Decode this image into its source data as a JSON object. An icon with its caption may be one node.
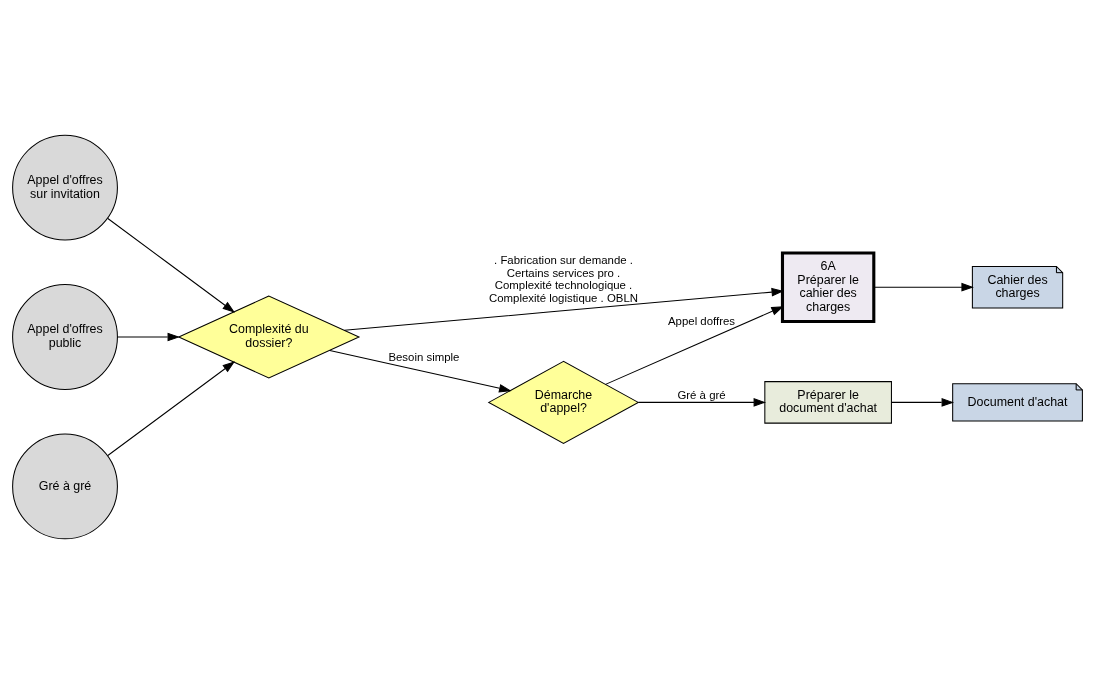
{
  "diagram": {
    "nodes": [
      {
        "text": [
          "Appel d'offres sur invitation"
        ]
      },
      {
        "text": [
          "Appel d'offres public"
        ]
      },
      {
        "text": [
          "Gré à gré"
        ]
      },
      {
        "text": [
          "Complexité du dossier?"
        ]
      },
      {
        "text": [
          "6A",
          "Préparer le cahier des charges"
        ]
      },
      {
        "text": [
          "Cahier des charges"
        ]
      },
      {
        "text": [
          "Démarche d'appel?"
        ]
      },
      {
        "text": [
          "Préparer le document d'achat"
        ]
      },
      {
        "text": [
          "Document d'achat"
        ]
      }
    ],
    "edges": [
      {
        "from": 0,
        "to": 3,
        "arrow": "to"
      },
      {
        "from": 1,
        "to": 3,
        "arrow": "to"
      },
      {
        "from": 2,
        "to": 3,
        "arrow": "to"
      },
      {
        "from": 3,
        "to": 4,
        "arrow": "to",
        "label": ". Fabrication sur demande . Certains services pro . Complexité technologique . Complexité logistique . OBLN"
      },
      {
        "from": 4,
        "to": 5,
        "arrow": "to"
      },
      {
        "from": 3,
        "to": 6,
        "arrow": "to",
        "label": "Besoin simple"
      },
      {
        "from": 6,
        "to": 4,
        "arrow": "to",
        "label": "Appel doffres"
      },
      {
        "from": 6,
        "to": 7,
        "arrow": "to",
        "label": "Gré à gré"
      },
      {
        "from": 7,
        "to": 8,
        "arrow": "to"
      }
    ]
  }
}
